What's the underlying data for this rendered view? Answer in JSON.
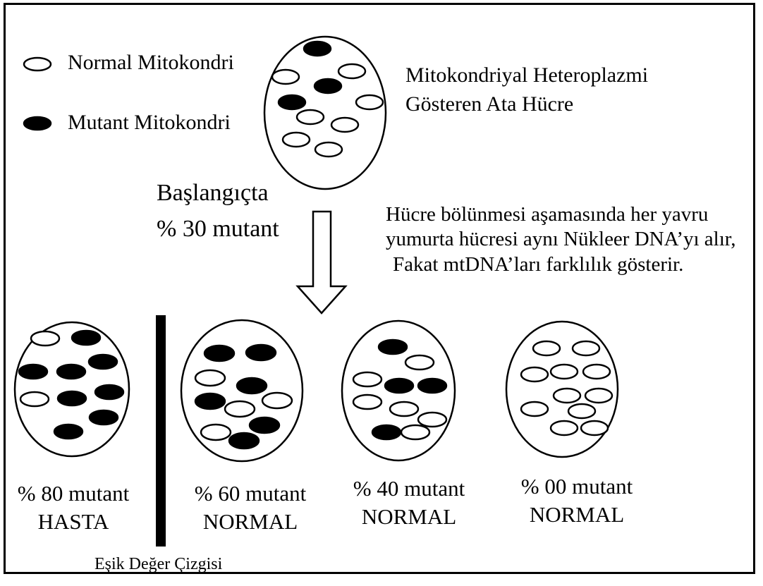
{
  "legend": {
    "normal_label": "Normal Mitokondri",
    "mutant_label": "Mutant Mitokondri"
  },
  "parent_cell": {
    "line1": "Mitokondriyal Heteroplazmi",
    "line2": "Gösteren Ata Hücre"
  },
  "initial": {
    "line1": "Başlangıçta",
    "line2": "% 30 mutant"
  },
  "division_note": {
    "line1": "Hücre bölünmesi aşamasında her yavru",
    "line2": "yumurta hücresi aynı Nükleer DNA’yı alır,",
    "line3": "Fakat mtDNA’ları farklılık gösterir."
  },
  "daughters": [
    {
      "percent": "% 80 mutant",
      "status": "HASTA"
    },
    {
      "percent": "% 60 mutant",
      "status": "NORMAL"
    },
    {
      "percent": "% 40 mutant",
      "status": "NORMAL"
    },
    {
      "percent": "% 00 mutant",
      "status": "NORMAL"
    }
  ],
  "threshold_label": "Eşik Değer Çizgisi",
  "colors": {
    "line": "#000000",
    "fill_mutant": "#000000",
    "fill_normal": "#ffffff"
  }
}
